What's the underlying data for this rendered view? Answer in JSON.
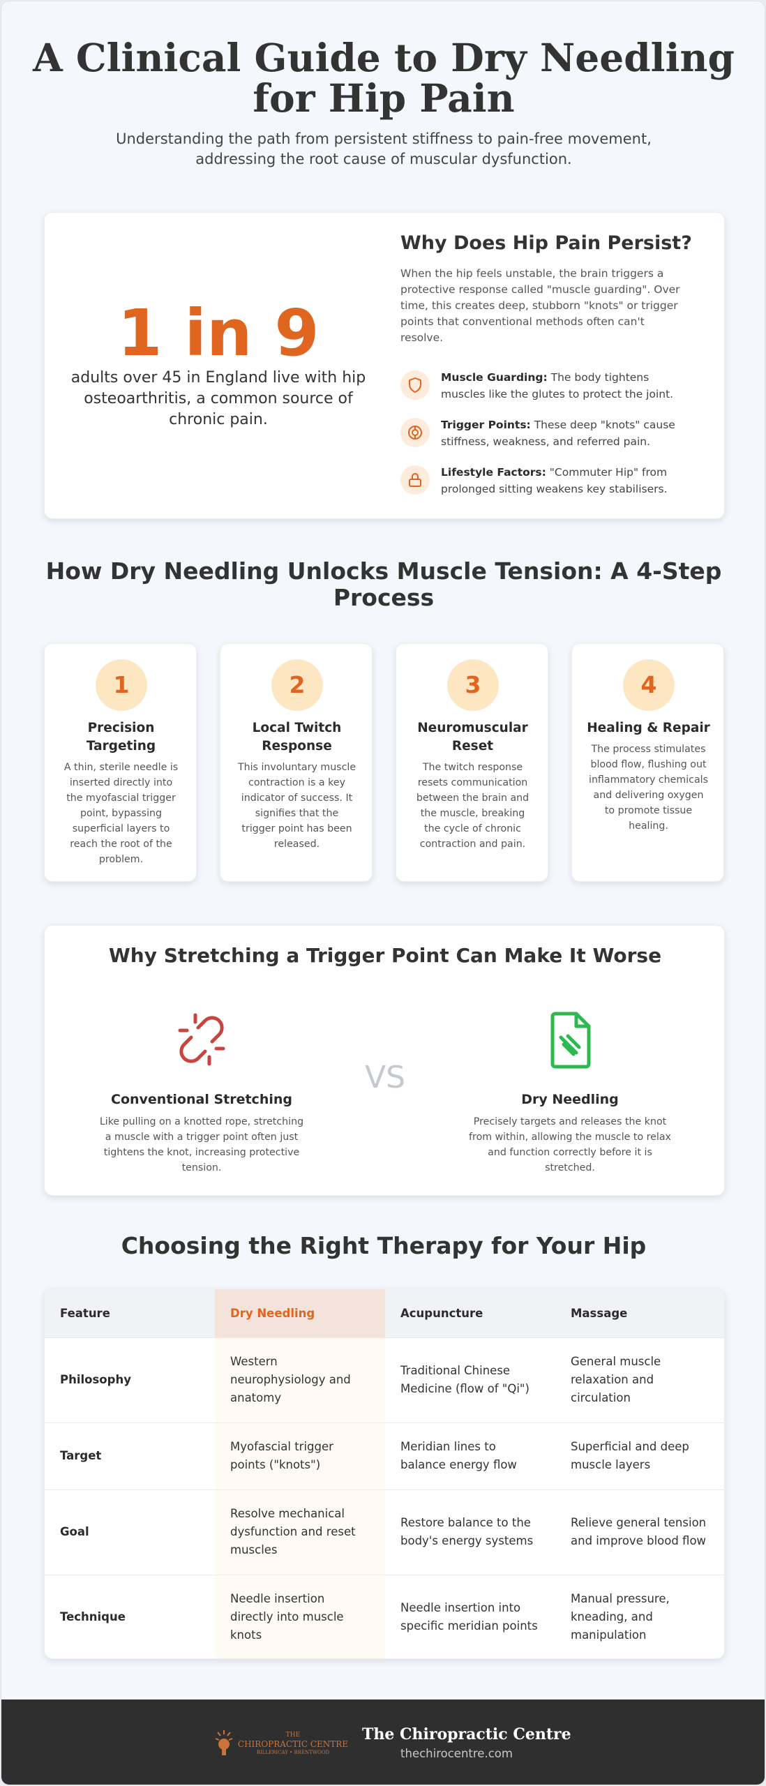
{
  "header": {
    "title_line1": "A Clinical Guide to Dry Needling",
    "title_line2": "for Hip Pain",
    "subtitle_line1": "Understanding the path from persistent stiffness to pain-free movement,",
    "subtitle_line2": "addressing the root cause of muscular dysfunction."
  },
  "hero": {
    "stat": "1 in 9",
    "stat_caption_line1": "adults over 45 in England live with hip",
    "stat_caption_line2": "osteoarthritis, a common source of",
    "stat_caption_line3": "chronic pain.",
    "why_title": "Why Does Hip Pain Persist?",
    "why_lines": [
      "When the hip feels unstable, the brain triggers a",
      "protective response called \"muscle guarding\". Over",
      "time, this creates deep, stubborn \"knots\" or trigger",
      "points that conventional methods often can't",
      "resolve."
    ],
    "factors": [
      {
        "icon": "shield-icon",
        "label": "Muscle Guarding:",
        "line1": " The body tightens",
        "line2": "muscles like the glutes to protect the joint."
      },
      {
        "icon": "target-icon",
        "label": "Trigger Points:",
        "line1": " These deep \"knots\" cause",
        "line2": "stiffness, weakness, and referred pain."
      },
      {
        "icon": "lock-icon",
        "label": "Lifestyle Factors:",
        "line1": " \"Commuter Hip\" from",
        "line2": "prolonged sitting weakens key stabilisers."
      }
    ]
  },
  "steps": {
    "title_line1": "How Dry Needling Unlocks Muscle Tension: A 4-Step",
    "title_line2": "Process",
    "items": [
      {
        "num": "1",
        "title_lines": [
          "Precision",
          "Targeting"
        ],
        "lines": [
          "A thin, sterile needle is",
          "inserted directly into",
          "the myofascial trigger",
          "point, bypassing",
          "superficial layers to",
          "reach the root of the",
          "problem."
        ]
      },
      {
        "num": "2",
        "title_lines": [
          "Local Twitch",
          "Response"
        ],
        "lines": [
          "This involuntary muscle",
          "contraction is a key",
          "indicator of success. It",
          "signifies that the",
          "trigger point has been",
          "released."
        ]
      },
      {
        "num": "3",
        "title_lines": [
          "Neuromuscular",
          "Reset"
        ],
        "lines": [
          "The twitch response",
          "resets communication",
          "between the brain and",
          "the muscle, breaking",
          "the cycle of chronic",
          "contraction and pain."
        ]
      },
      {
        "num": "4",
        "title_lines": [
          "Healing & Repair"
        ],
        "lines": [
          "The process stimulates",
          "blood flow, flushing out",
          "inflammatory chemicals",
          "and delivering oxygen",
          "to promote tissue",
          "healing."
        ]
      }
    ]
  },
  "compare": {
    "title": "Why Stretching a Trigger Point Can Make It Worse",
    "vs": "VS",
    "left": {
      "icon": "broken-link-icon",
      "heading": "Conventional Stretching",
      "lines": [
        "Like pulling on a knotted rope, stretching",
        "a muscle with a trigger point often just",
        "tightens the knot, increasing protective",
        "tension."
      ],
      "color": "#c8453e"
    },
    "right": {
      "icon": "needle-document-icon",
      "heading": "Dry Needling",
      "lines": [
        "Precisely targets and releases the knot",
        "from within, allowing the muscle to relax",
        "and function correctly before it is",
        "stretched."
      ],
      "color": "#2fb84f"
    }
  },
  "therapy_table": {
    "title": "Choosing the Right Therapy for Your Hip",
    "headers": [
      "Feature",
      "Dry Needling",
      "Acupuncture",
      "Massage"
    ],
    "rows": [
      {
        "feature": "Philosophy",
        "cells": [
          [
            "Western",
            "neurophysiology and",
            "anatomy"
          ],
          [
            "Traditional Chinese",
            "Medicine (flow of \"Qi\")"
          ],
          [
            "General muscle",
            "relaxation and",
            "circulation"
          ]
        ]
      },
      {
        "feature": "Target",
        "cells": [
          [
            "Myofascial trigger",
            "points (\"knots\")"
          ],
          [
            "Meridian lines to",
            "balance energy flow"
          ],
          [
            "Superficial and deep",
            "muscle layers"
          ]
        ]
      },
      {
        "feature": "Goal",
        "cells": [
          [
            "Resolve mechanical",
            "dysfunction and reset",
            "muscles"
          ],
          [
            "Restore balance to the",
            "body's energy systems"
          ],
          [
            "Relieve general tension",
            "and improve blood flow"
          ]
        ]
      },
      {
        "feature": "Technique",
        "cells": [
          [
            "Needle insertion",
            "directly into muscle",
            "knots"
          ],
          [
            "Needle insertion into",
            "specific meridian points"
          ],
          [
            "Manual pressure,",
            "kneading, and",
            "manipulation"
          ]
        ]
      }
    ]
  },
  "footer": {
    "logo_line1": "THE",
    "logo_line2": "CHIROPRACTIC CENTRE",
    "logo_line3": "BILLERICAY • BRENTWOOD",
    "name": "The Chiropractic Centre",
    "url": "thechirocentre.com"
  },
  "colors": {
    "accent": "#e0651e",
    "step_circle": "#fde7c3",
    "danger": "#c8453e",
    "success": "#2fb84f",
    "footer_bg": "#2f2f2f"
  }
}
